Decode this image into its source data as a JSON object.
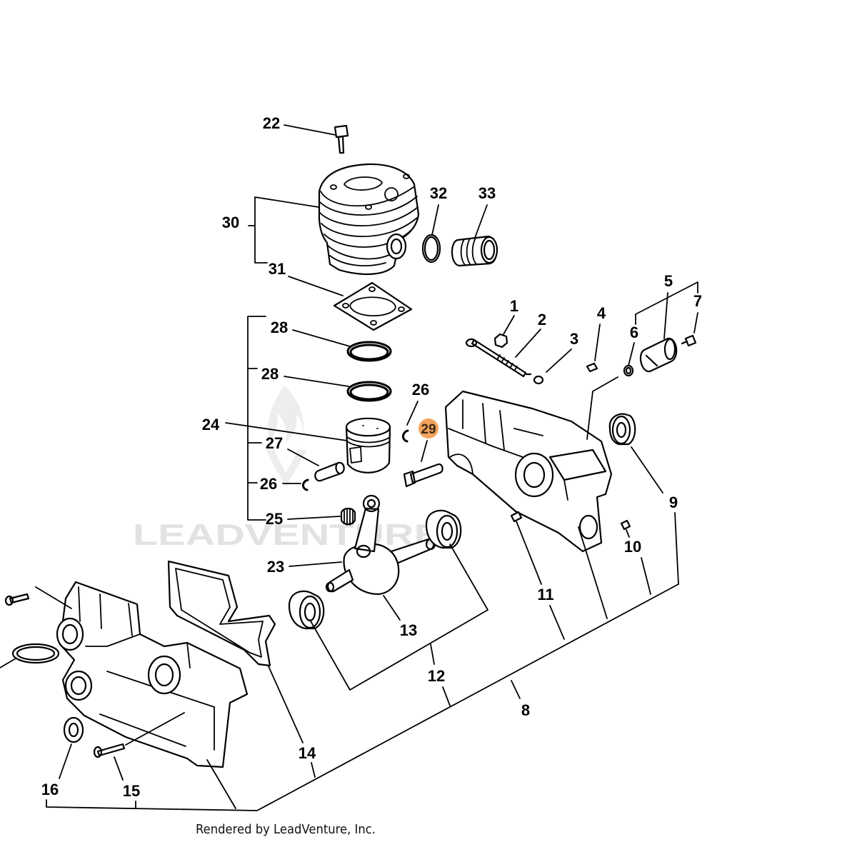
{
  "diagram": {
    "callouts": [
      {
        "label": "22"
      },
      {
        "label": "30"
      },
      {
        "label": "31"
      },
      {
        "label": "32"
      },
      {
        "label": "33"
      },
      {
        "label": "28"
      },
      {
        "label": "28"
      },
      {
        "label": "26"
      },
      {
        "label": "29",
        "highlighted": true
      },
      {
        "label": "24"
      },
      {
        "label": "27"
      },
      {
        "label": "26"
      },
      {
        "label": "25"
      },
      {
        "label": "23"
      },
      {
        "label": "13"
      },
      {
        "label": "12"
      },
      {
        "label": "8"
      },
      {
        "label": "14"
      },
      {
        "label": "15"
      },
      {
        "label": "16"
      },
      {
        "label": "1"
      },
      {
        "label": "2"
      },
      {
        "label": "3"
      },
      {
        "label": "4"
      },
      {
        "label": "5"
      },
      {
        "label": "6"
      },
      {
        "label": "7"
      },
      {
        "label": "9"
      },
      {
        "label": "10"
      },
      {
        "label": "11"
      }
    ],
    "highlight_color": "#f2a35c"
  },
  "watermark": {
    "text": "LEADVENTURE",
    "color": "#e2e2e2",
    "logo_color": "#ededed"
  },
  "footer": {
    "text": "Rendered by LeadVenture, Inc."
  }
}
